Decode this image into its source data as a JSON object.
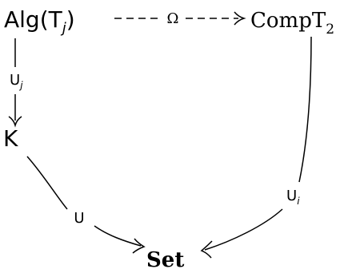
{
  "nodes": {
    "alg": {
      "base": "Alg(T",
      "sub": "j",
      "close": ")"
    },
    "comp": {
      "base": "CompT",
      "sub": "2"
    },
    "k": {
      "label": "K"
    },
    "set": {
      "label": "Set"
    }
  },
  "arrows": {
    "omega": {
      "label": "Ω",
      "style": "dashed"
    },
    "uj": {
      "base": "U",
      "sub": "j"
    },
    "u": {
      "label": "U"
    },
    "ui": {
      "base": "U",
      "sub": "i"
    }
  }
}
